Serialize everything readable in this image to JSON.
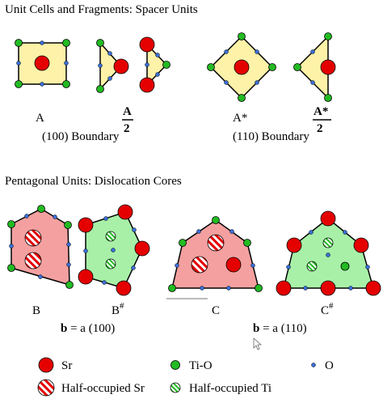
{
  "titles": {
    "spacer": "Unit Cells and Fragments:  Spacer Units",
    "pentagonal": "Pentagonal Units:  Dislocation Cores"
  },
  "spacer_labels": {
    "a": "A",
    "a_half_num": "A",
    "a_half_den": "2",
    "a_star": "A*",
    "a_star_half_num": "A*",
    "a_star_half_den": "2",
    "boundary_100": "(100) Boundary",
    "boundary_110": "(110) Boundary"
  },
  "pentagonal_labels": {
    "b": "B",
    "b_hash": "B",
    "hash": "#",
    "c": "C",
    "c_hash": "C",
    "burgers_100_b": "b",
    "burgers_100_rest": " = a (100)",
    "burgers_110_b": "b",
    "burgers_110_rest": " = a (110)"
  },
  "legend": {
    "sr": "Sr",
    "ti_o": "Ti-O",
    "o": "O",
    "half_sr": "Half-occupied Sr",
    "half_ti": "Half-occupied Ti"
  },
  "colors": {
    "sr": "#e50000",
    "ti": "#22bb22",
    "o": "#3a6fd8",
    "yellow_fill": "#fdf2a8",
    "pink_fill": "#f4a0a0",
    "green_fill": "#a8f0a8"
  }
}
